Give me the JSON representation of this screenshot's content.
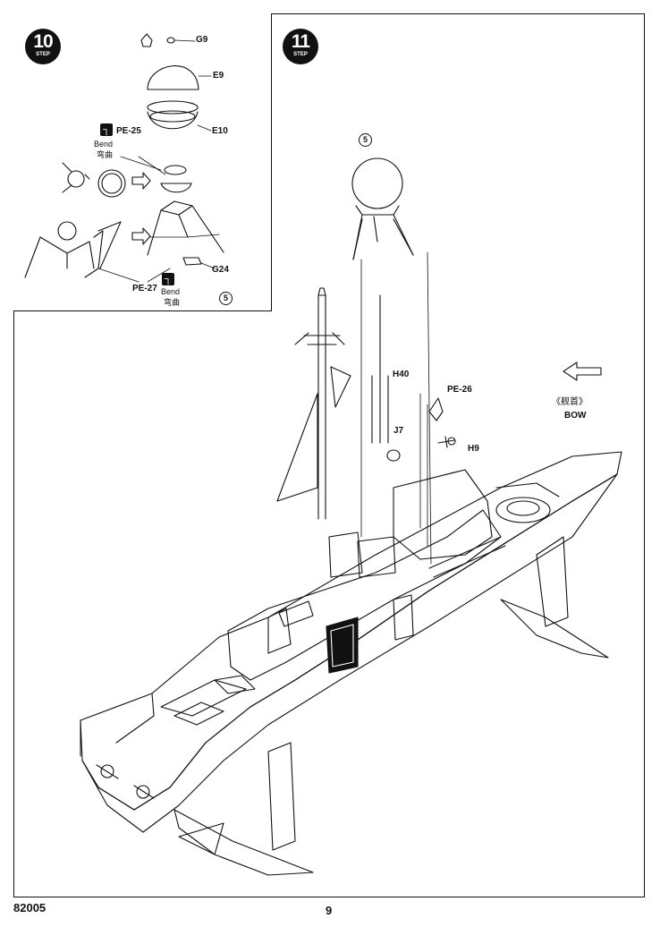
{
  "page": {
    "model_code": "82005",
    "page_number": "9"
  },
  "step10": {
    "number": "10",
    "tag": "STEP",
    "ref": "5",
    "parts": {
      "g9": "G9",
      "e9": "E9",
      "e10": "E10",
      "g24": "G24",
      "pe25": "PE-25",
      "pe27": "PE-27"
    },
    "bend_top": {
      "en": "Bend",
      "zh": "弯曲"
    },
    "bend_bottom": {
      "en": "Bend",
      "zh": "弯曲"
    }
  },
  "step11": {
    "number": "11",
    "tag": "STEP",
    "ref": "5",
    "parts": {
      "h40": "H40",
      "pe26": "PE-26",
      "j7": "J7",
      "h9": "H9"
    },
    "bow_zh": "《舰首》",
    "bow_en": "BOW"
  },
  "icons": {
    "bend": "bend-icon",
    "arrow": "assembly-arrow-icon"
  }
}
